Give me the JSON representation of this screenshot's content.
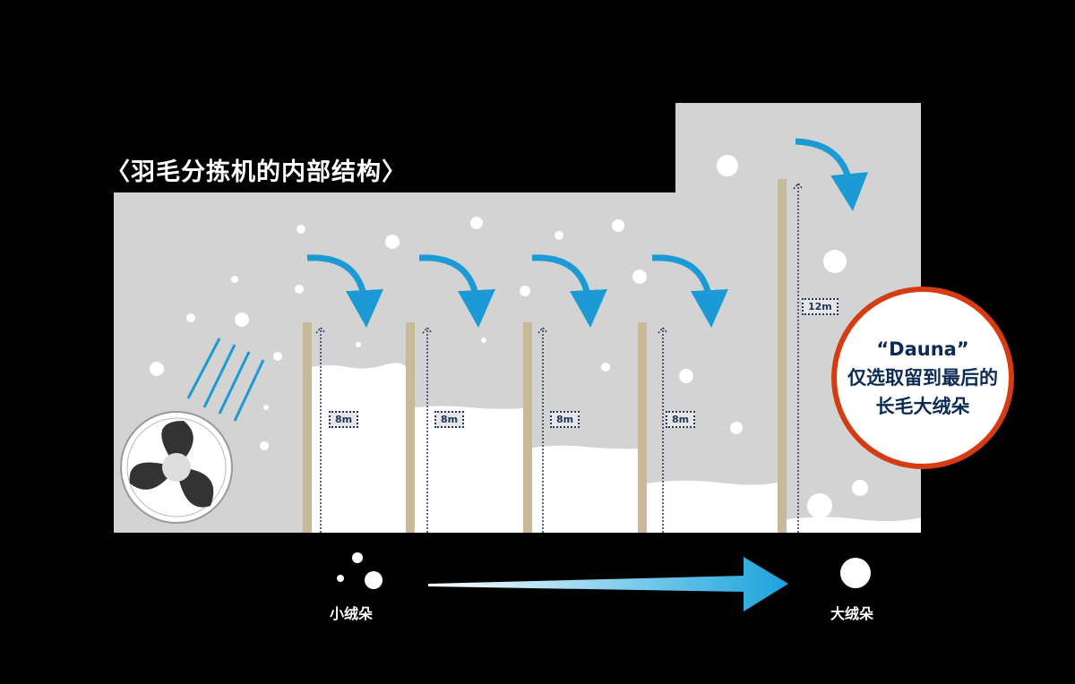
{
  "title": "〈羽毛分拣机的内部结构〉",
  "heights": {
    "short": "8m",
    "tall": "12m"
  },
  "callout": {
    "line1": "“Dauna”",
    "line2": "仅选取留到最后的",
    "line3": "长毛大绒朵"
  },
  "legend": {
    "small": "小绒朵",
    "large": "大绒朵"
  },
  "colors": {
    "panel": "#d3d3d3",
    "post": "#c8b99a",
    "arrow": "#1b9ad6",
    "callout_border": "#d63c12",
    "text_dark": "#0d2a55"
  }
}
